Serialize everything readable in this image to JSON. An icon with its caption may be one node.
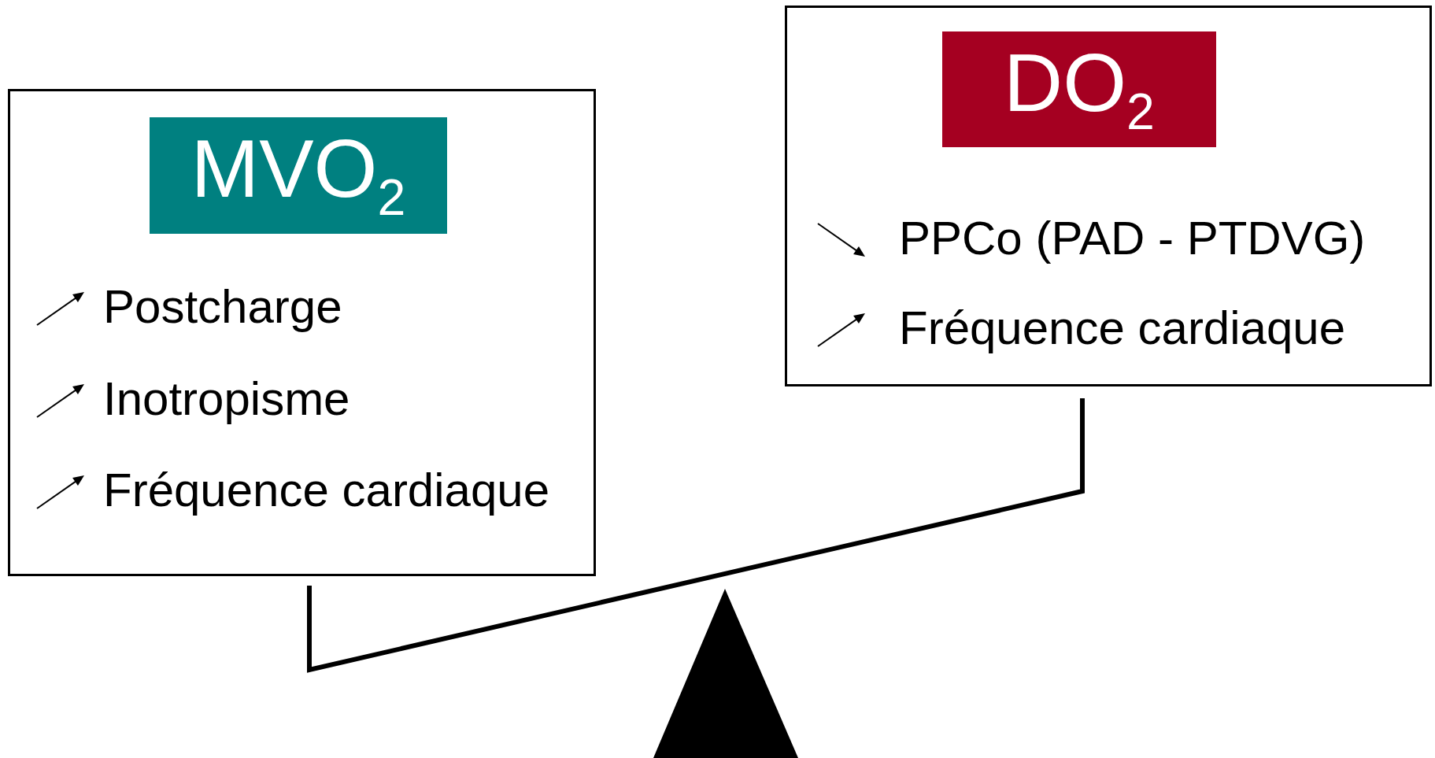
{
  "diagram": {
    "nodes": [
      {
        "text": [
          "Postcharge",
          "Inotropisme",
          "Fréquence cardiaque"
        ]
      },
      {
        "text": [
          "MVO$_{2}$"
        ],
        "in": 0
      },
      {
        "text": [
          "PPCo (PAD - PTDVG)",
          "Fréquence cardiaque"
        ]
      },
      {
        "text": [
          "DO$_{2}$"
        ],
        "in": 2
      }
    ],
    "edges": []
  }
}
